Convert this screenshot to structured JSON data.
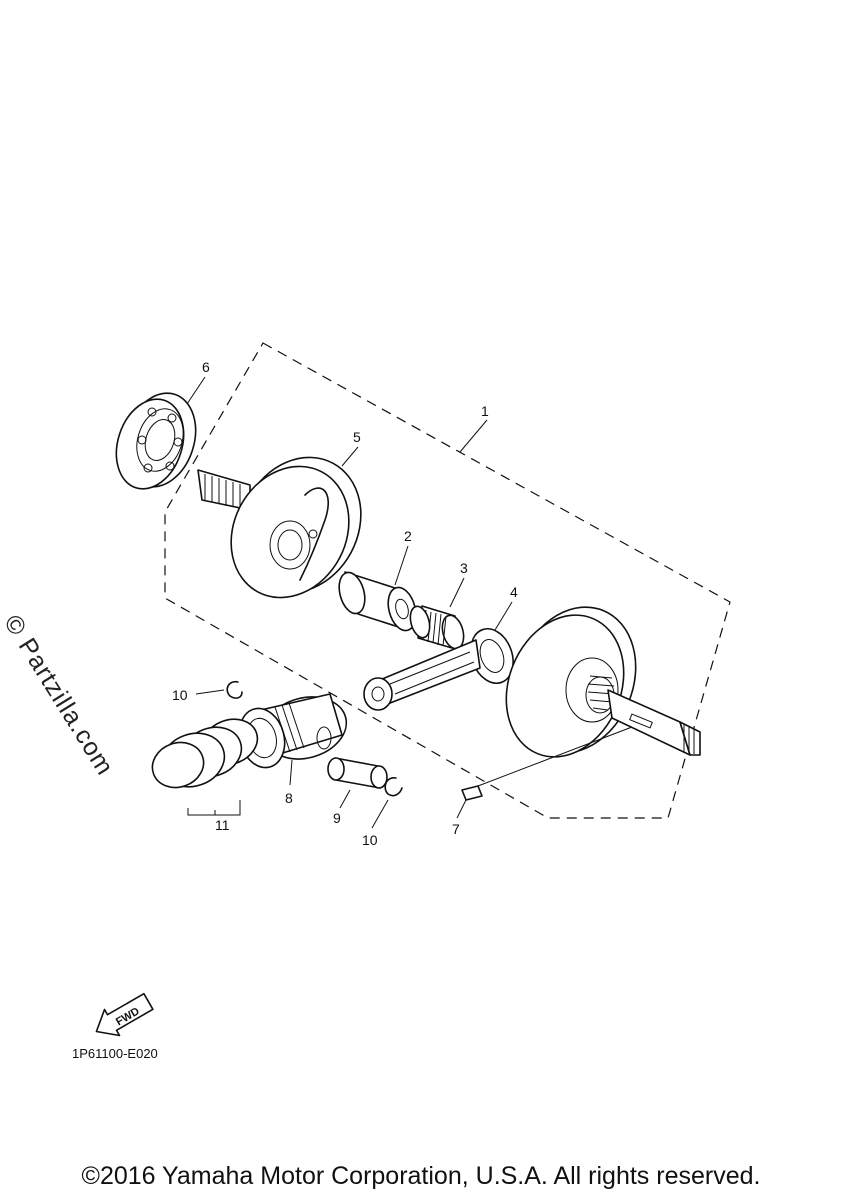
{
  "callouts": {
    "c1": "1",
    "c2": "2",
    "c3": "3",
    "c4": "4",
    "c5": "5",
    "c6": "6",
    "c7": "7",
    "c8": "8",
    "c9": "9",
    "c10a": "10",
    "c10b": "10",
    "c11": "11"
  },
  "fwd_label": "FWD",
  "watermark": "© Partzilla.com",
  "diagram_code": "1P61100-E020",
  "copyright": "©2016 Yamaha Motor Corporation, U.S.A. All rights reserved."
}
